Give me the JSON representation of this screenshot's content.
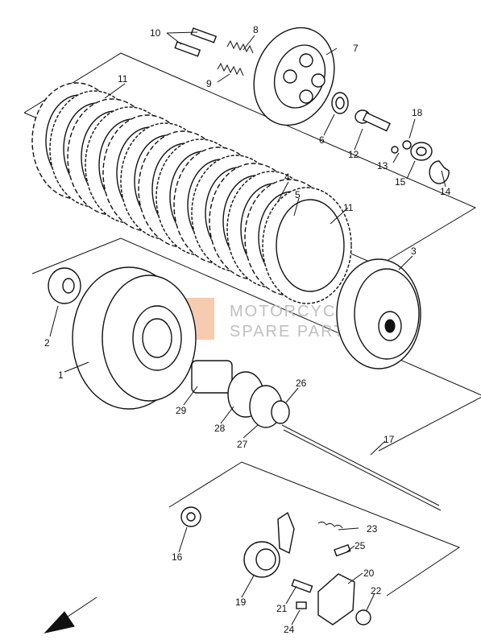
{
  "diagram": {
    "callouts": [
      "1",
      "2",
      "3",
      "4",
      "5",
      "6",
      "7",
      "8",
      "9",
      "10",
      "11",
      "11",
      "12",
      "13",
      "14",
      "15",
      "16",
      "17",
      "18",
      "19",
      "20",
      "21",
      "22",
      "23",
      "24",
      "25",
      "26",
      "27",
      "28",
      "29"
    ]
  },
  "watermark": {
    "line1": "MOTORCYCLE",
    "line2": "SPARE PARTS"
  },
  "colors": {
    "line": "#111111",
    "watermark_logo": "#f0a070"
  }
}
